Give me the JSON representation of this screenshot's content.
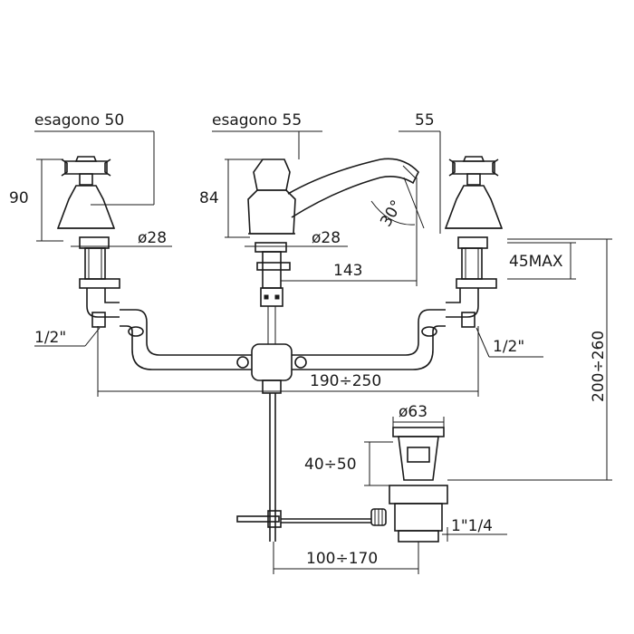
{
  "labels": {
    "hex_left": "esagono 50",
    "hex_center": "esagono 55",
    "width_right": "55",
    "height_left": "90",
    "height_center": "84",
    "dia_left": "ø28",
    "dia_center": "ø28",
    "spout_reach": "143",
    "spout_angle": "30°",
    "max_thickness": "45MAX",
    "thread_left": "1/2\"",
    "thread_right": "1/2\"",
    "span": "190÷250",
    "total_height": "200÷260",
    "dia_waste": "ø63",
    "waste_height": "40÷50",
    "waste_thread": "1\"1/4",
    "rod_distance": "100÷170"
  }
}
